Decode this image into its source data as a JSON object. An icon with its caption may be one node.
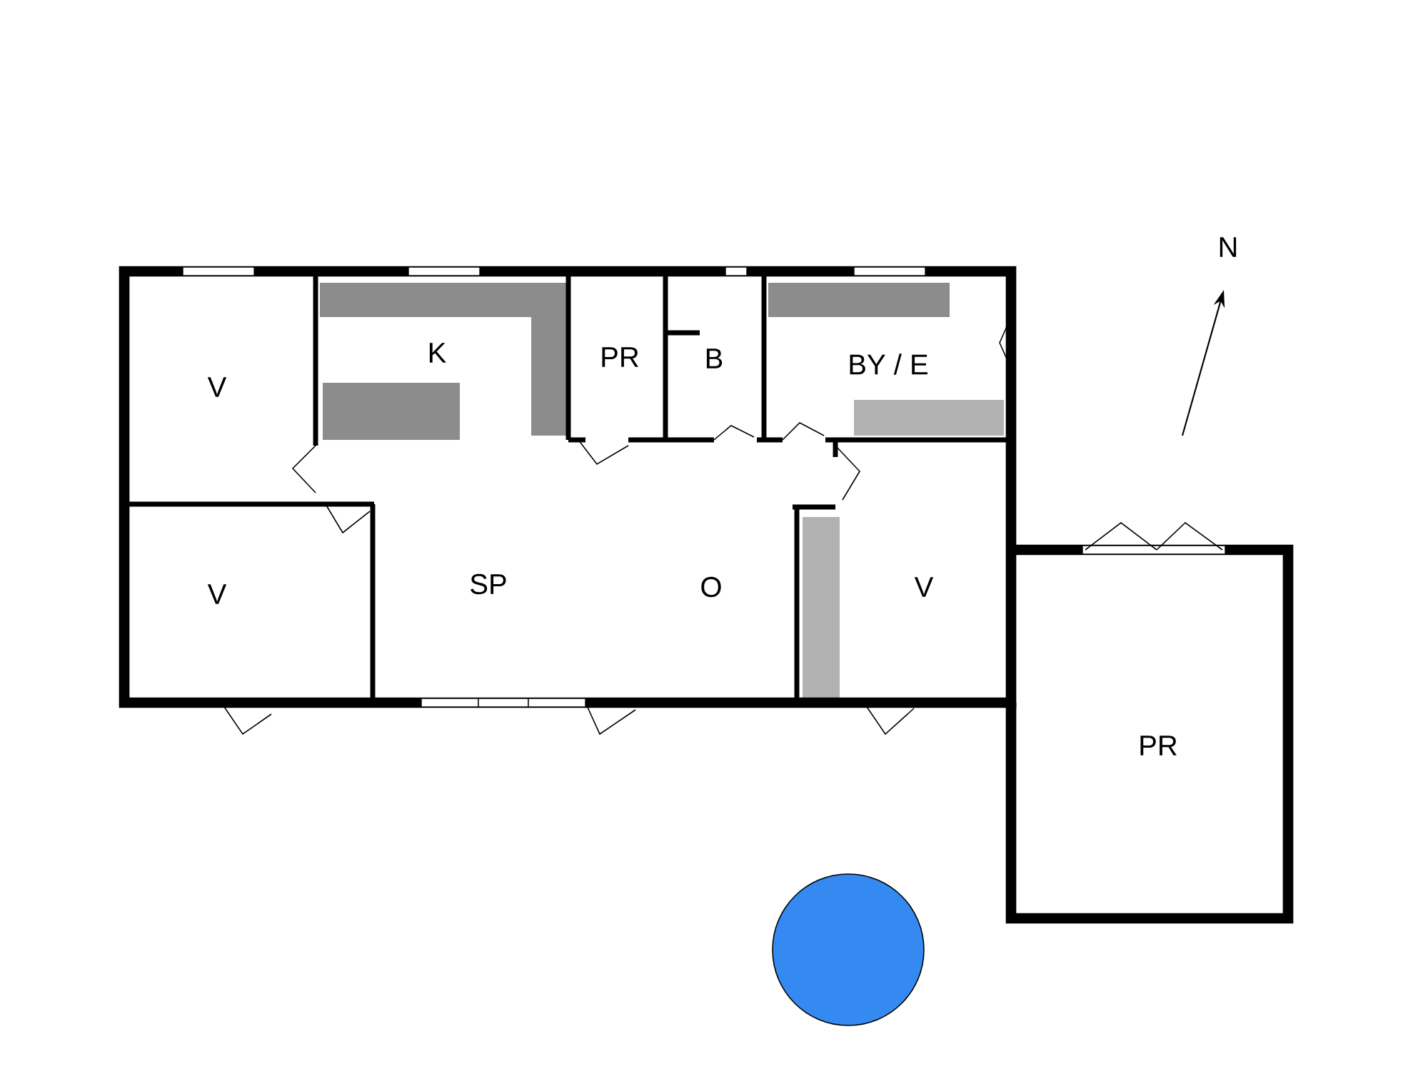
{
  "diagram": {
    "labels": [
      "N",
      "V",
      "K",
      "PR",
      "B",
      "BY / E",
      "V",
      "SP",
      "O",
      "V",
      "PR"
    ]
  }
}
